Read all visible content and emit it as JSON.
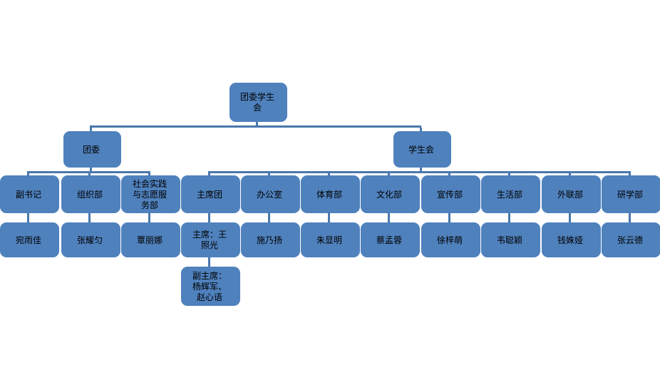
{
  "diagram": {
    "type": "org-chart",
    "root": {
      "label": "团委学生会"
    },
    "branches": [
      {
        "label": "团委"
      },
      {
        "label": "学生会"
      }
    ],
    "columns": [
      {
        "branch": "团委",
        "dept": "副书记",
        "member": "宛雨佳"
      },
      {
        "branch": "团委",
        "dept": "组织部",
        "member": "张耀匀"
      },
      {
        "branch": "团委",
        "dept": "社会实践与志愿服务部",
        "member": "覃丽娜"
      },
      {
        "branch": "学生会",
        "dept": "主席团",
        "member": "主席：王照光",
        "deputy": "副主席：杨辉军、赵心语"
      },
      {
        "branch": "学生会",
        "dept": "办公室",
        "member": "施乃扬"
      },
      {
        "branch": "学生会",
        "dept": "体育部",
        "member": "朱显明"
      },
      {
        "branch": "学生会",
        "dept": "文化部",
        "member": "蔡孟蓉"
      },
      {
        "branch": "学生会",
        "dept": "宣传部",
        "member": "徐梓萌"
      },
      {
        "branch": "学生会",
        "dept": "生活部",
        "member": "韦聪颖"
      },
      {
        "branch": "学生会",
        "dept": "外联部",
        "member": "钱姝娅"
      },
      {
        "branch": "学生会",
        "dept": "研学部",
        "member": "张云德"
      }
    ],
    "colors": {
      "accent": "#4f81bd",
      "connector": "#4a77ad",
      "face_gradient_start": "#ffffff",
      "face_gradient_end": "#e6edf6",
      "text": "#000000"
    }
  }
}
